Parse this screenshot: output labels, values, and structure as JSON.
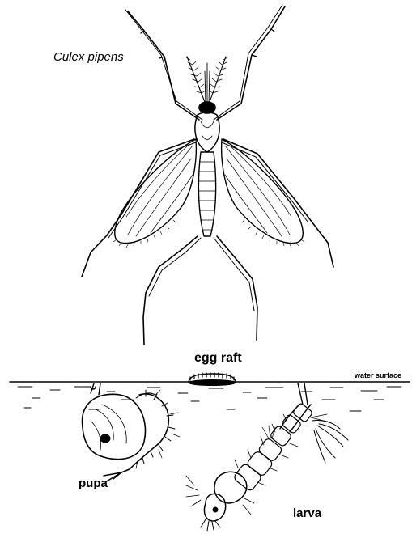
{
  "labels": {
    "species": "Culex pipens",
    "egg_raft": "egg raft",
    "water_surface": "water surface",
    "pupa": "pupa",
    "larva": "larva"
  },
  "colors": {
    "ink": "#000000",
    "paper": "#ffffff"
  },
  "icons": [
    "mosquito-adult-illustration",
    "egg-raft-illustration",
    "pupa-illustration",
    "larva-illustration",
    "water-surface-line"
  ]
}
